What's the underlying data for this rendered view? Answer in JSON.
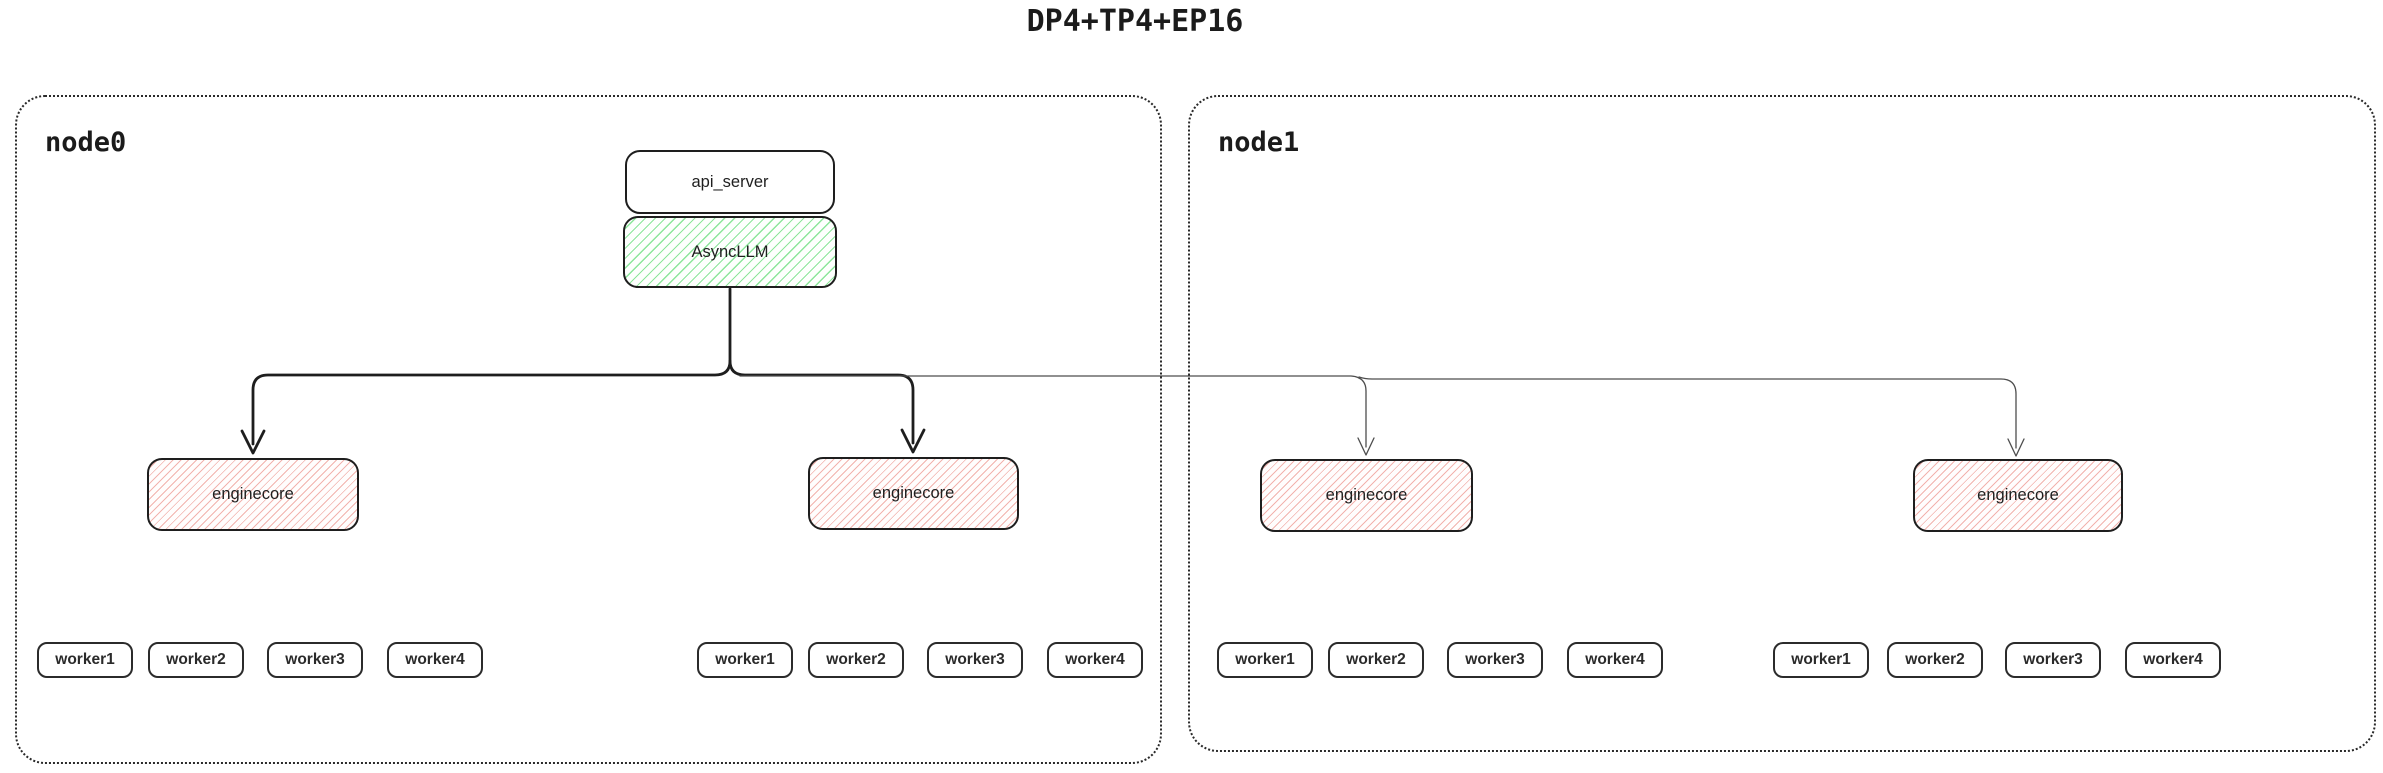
{
  "title": "DP4+TP4+EP16",
  "colors": {
    "box_border": "#1e1e1e",
    "green_hatch": "#8ce69b",
    "red_hatch": "#f2b3ae",
    "thick_edge": "#1e1e1e",
    "thin_edge": "#4d4d4d"
  },
  "nodes": [
    {
      "label": "node0",
      "api_server": {
        "label": "api_server"
      },
      "async_llm": {
        "label": "AsyncLLM"
      },
      "enginecores": [
        {
          "label": "enginecore",
          "workers": [
            "worker1",
            "worker2",
            "worker3",
            "worker4"
          ]
        },
        {
          "label": "enginecore",
          "workers": [
            "worker1",
            "worker2",
            "worker3",
            "worker4"
          ]
        }
      ]
    },
    {
      "label": "node1",
      "enginecores": [
        {
          "label": "enginecore",
          "workers": [
            "worker1",
            "worker2",
            "worker3",
            "worker4"
          ]
        },
        {
          "label": "enginecore",
          "workers": [
            "worker1",
            "worker2",
            "worker3",
            "worker4"
          ]
        }
      ]
    }
  ],
  "edges": [
    {
      "from": "AsyncLLM",
      "to": "node0.enginecore1",
      "style": "thick"
    },
    {
      "from": "AsyncLLM",
      "to": "node0.enginecore2",
      "style": "thick"
    },
    {
      "from": "AsyncLLM",
      "to": "node1.enginecore1",
      "style": "thin"
    },
    {
      "from": "AsyncLLM",
      "to": "node1.enginecore2",
      "style": "thin"
    }
  ]
}
